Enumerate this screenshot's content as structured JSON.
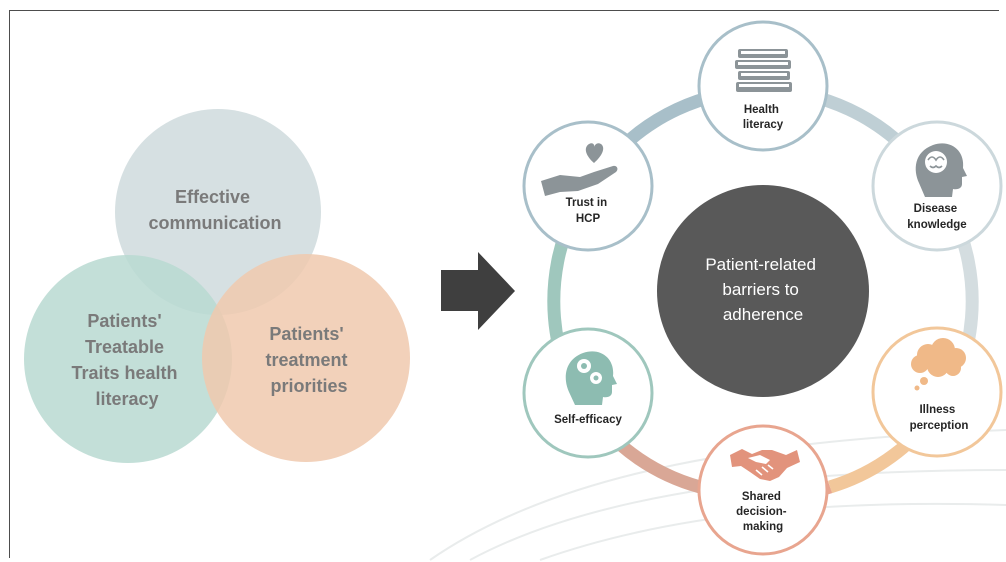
{
  "venn": {
    "top": "Effective communication",
    "left": "Patients' Treatable Traits health literacy",
    "right": "Patients' treatment priorities"
  },
  "center": {
    "label": "Patient-related barriers to adherence"
  },
  "nodes": [
    {
      "label": "Health literacy",
      "icon": "books-icon",
      "color": "#a8bfc9"
    },
    {
      "label": "Disease knowledge",
      "icon": "brain-head-icon",
      "color": "#ccd8dc"
    },
    {
      "label": "Illness perception",
      "icon": "thought-cloud-icon",
      "color": "#f2c79a"
    },
    {
      "label": "Shared decision-making",
      "icon": "handshake-icon",
      "color": "#e8a58f"
    },
    {
      "label": "Self-efficacy",
      "icon": "gears-head-icon",
      "color": "#9fc7bd"
    },
    {
      "label": "Trust in HCP",
      "icon": "heart-hand-icon",
      "color": "#a8bfc9"
    }
  ],
  "colors": {
    "venn_top": "#cfdadd",
    "venn_left": "#b9d9d1",
    "venn_right": "#f0c9ae",
    "center": "#595959",
    "arrow": "#3f3f3f",
    "icon_gray": "#8c9498",
    "icon_coral": "#e2937c",
    "icon_orange": "#f0b988",
    "icon_teal": "#8dbcb1"
  }
}
